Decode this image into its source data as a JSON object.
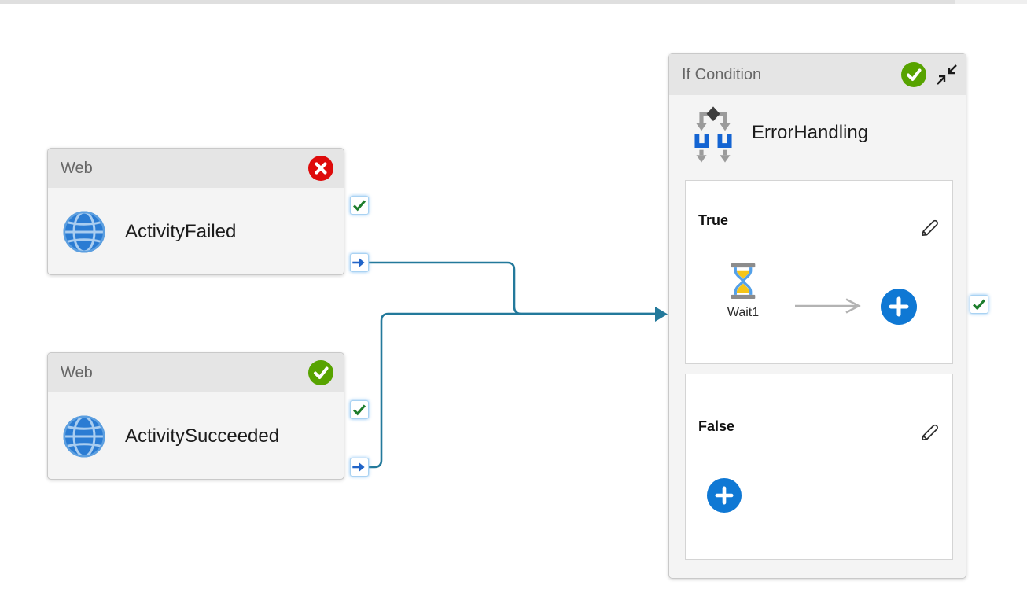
{
  "canvas": {
    "background": "#ffffff",
    "top_bar_color": "#dfdfdf"
  },
  "colors": {
    "connector_teal": "#23799b",
    "node_header_bg": "#e5e5e5",
    "node_body_bg": "#f4f4f4",
    "node_border": "#c9c9c9",
    "status_success_green": "#57a300",
    "status_failed_red": "#de0b0b",
    "add_button_blue": "#0f78d4",
    "port_check_green": "#1d7d2c",
    "port_arrow_blue": "#2064c8",
    "port_border_blue": "#a9d2f2"
  },
  "nodes": {
    "web_failed": {
      "type_label": "Web",
      "name": "ActivityFailed",
      "status": "Failed",
      "icon": "globe-icon",
      "status_icon": "failed-x-icon"
    },
    "web_succeeded": {
      "type_label": "Web",
      "name": "ActivitySucceeded",
      "status": "Succeeded",
      "icon": "globe-icon",
      "status_icon": "success-check-icon"
    },
    "if_condition": {
      "type_label": "If Condition",
      "name": "ErrorHandling",
      "status": "Succeeded",
      "icon": "if-condition-branch-icon",
      "status_icon": "success-check-icon",
      "true_branch": {
        "label": "True",
        "activities": [
          {
            "name": "Wait1",
            "type": "Wait",
            "icon": "hourglass-icon"
          }
        ]
      },
      "false_branch": {
        "label": "False",
        "activities": []
      }
    }
  },
  "connections": [
    {
      "from": "ActivityFailed",
      "to": "ErrorHandling"
    },
    {
      "from": "ActivitySucceeded",
      "to": "ErrorHandling"
    }
  ]
}
